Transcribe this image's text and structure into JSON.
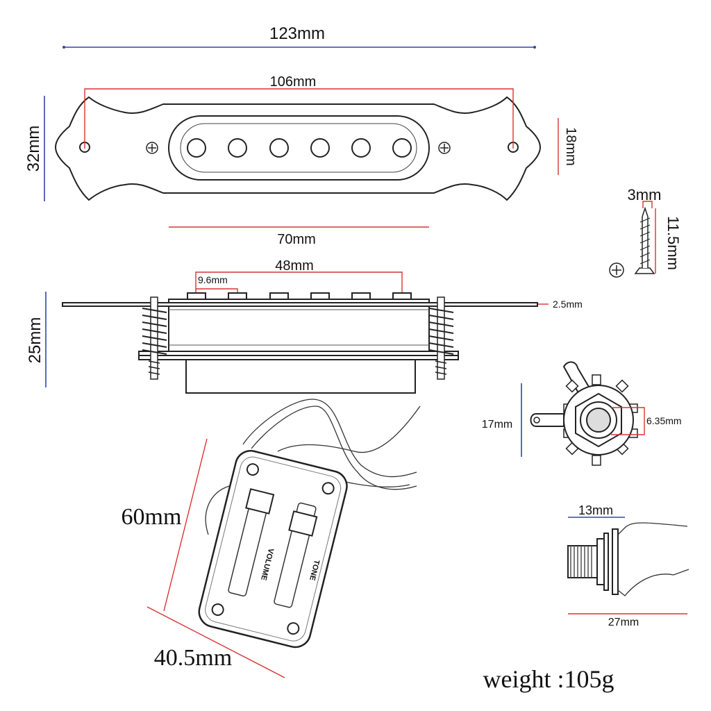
{
  "dimensions": {
    "overall_length": "123mm",
    "mount_hole_spacing": "106mm",
    "plate_height": "32mm",
    "center_height": "18mm",
    "bobbin_length": "70mm",
    "pole_span": "48mm",
    "pole_spacing": "9.6mm",
    "plate_thickness": "2.5mm",
    "pickup_height": "25mm",
    "screw_diameter": "3mm",
    "screw_length": "11.5mm",
    "jack_height": "17mm",
    "jack_hole": "6.35mm",
    "jack_thread": "13mm",
    "jack_length": "27mm",
    "control_height": "60mm",
    "control_width": "40.5mm"
  },
  "control_labels": {
    "volume": "VOLUME",
    "tone": "TONE"
  },
  "weight_text": "weight  :105g",
  "colors": {
    "dimension_blue": "#3344aa",
    "dimension_red": "#d83333",
    "outline": "#222222"
  },
  "icons": [
    "phillips-screw-icon",
    "wood-screw-icon"
  ]
}
